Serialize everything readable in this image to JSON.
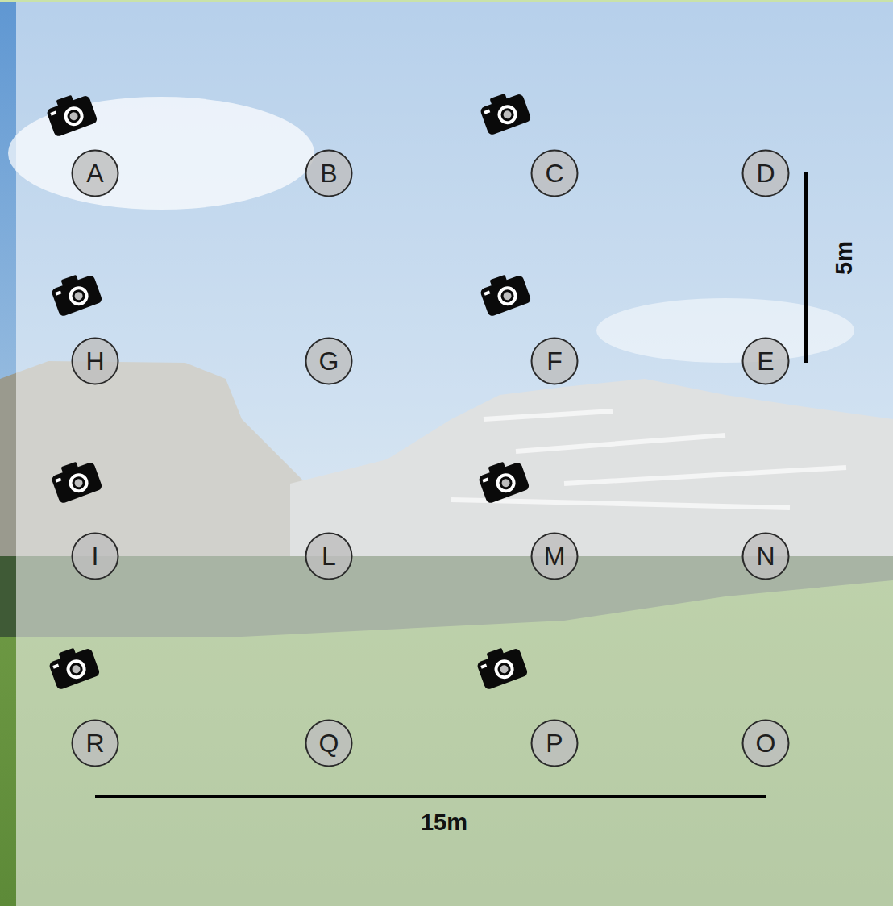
{
  "diagram": {
    "nodes": [
      {
        "text": [
          "A"
        ]
      },
      {
        "text": [
          "B"
        ]
      },
      {
        "text": [
          "C"
        ]
      },
      {
        "text": [
          "D"
        ]
      },
      {
        "text": [
          "H"
        ]
      },
      {
        "text": [
          "G"
        ]
      },
      {
        "text": [
          "F"
        ]
      },
      {
        "text": [
          "E"
        ]
      },
      {
        "text": [
          "I"
        ]
      },
      {
        "text": [
          "L"
        ]
      },
      {
        "text": [
          "M"
        ]
      },
      {
        "text": [
          "N"
        ]
      },
      {
        "text": [
          "R"
        ]
      },
      {
        "text": [
          "Q"
        ]
      },
      {
        "text": [
          "P"
        ]
      },
      {
        "text": [
          "O"
        ]
      }
    ],
    "labels": [
      "5m",
      "15m"
    ]
  }
}
